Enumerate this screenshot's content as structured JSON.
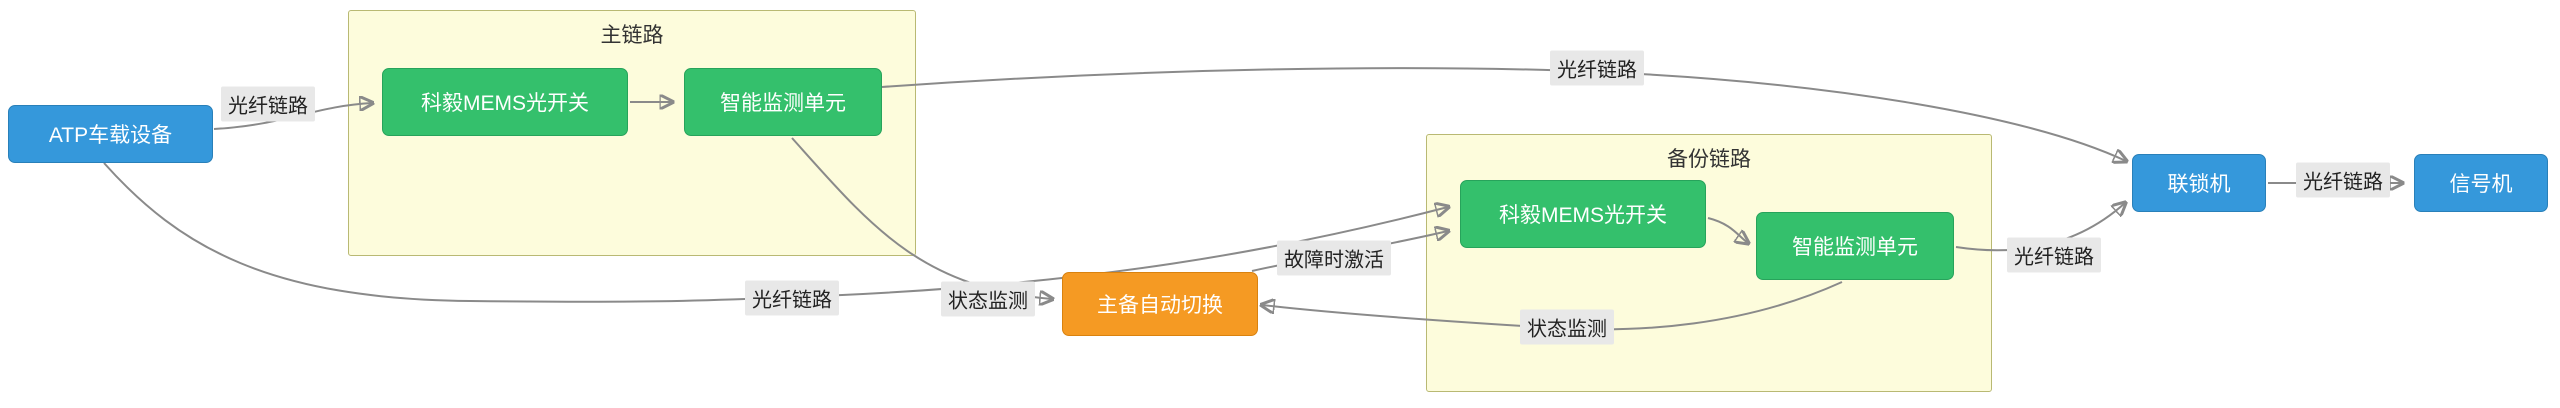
{
  "diagram": {
    "containers": {
      "main_link": {
        "title": "主链路"
      },
      "backup_link": {
        "title": "备份链路"
      }
    },
    "nodes": {
      "atp": {
        "label": "ATP车载设备"
      },
      "main_mems": {
        "label": "科毅MEMS光开关"
      },
      "main_monitor": {
        "label": "智能监测单元"
      },
      "backup_mems": {
        "label": "科毅MEMS光开关"
      },
      "backup_monitor": {
        "label": "智能监测单元"
      },
      "switcher": {
        "label": "主备自动切换"
      },
      "interlock": {
        "label": "联锁机"
      },
      "signal": {
        "label": "信号机"
      }
    },
    "edge_labels": {
      "atp_to_main": "光纤链路",
      "main_to_interlock": "光纤链路",
      "atp_to_backup": "光纤链路",
      "main_monitor_status": "状态监测",
      "failover_activate": "故障时激活",
      "backup_monitor_status": "状态监测",
      "backup_to_interlock": "光纤链路",
      "interlock_to_signal": "光纤链路"
    },
    "colors": {
      "node_blue": "#3598db",
      "node_green": "#34c06c",
      "node_orange": "#f59a23",
      "subgraph_fill": "#fdfcdc",
      "subgraph_border": "#b9b973",
      "edge_stroke": "#8a8a8a",
      "edge_label_bg": "#e8e8e8"
    }
  }
}
